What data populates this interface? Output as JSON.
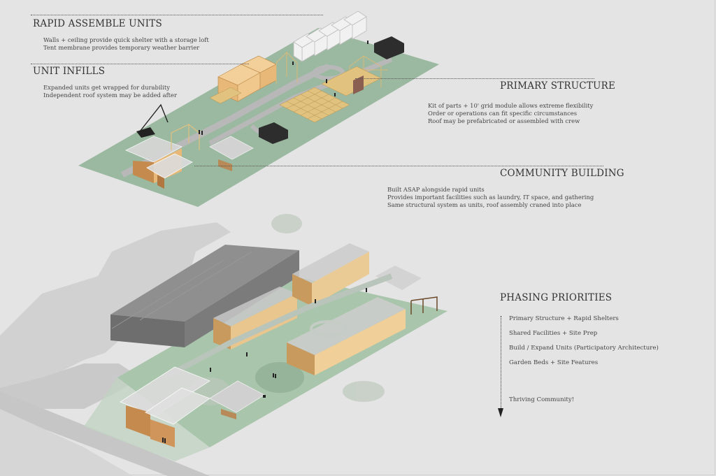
{
  "sections": {
    "rapid_assemble": {
      "title": "RAPID ASSEMBLE UNITS",
      "lines": [
        "Walls + ceiling provide quick shelter with a storage loft",
        "Tent membrane provides temporary weather barrier"
      ]
    },
    "unit_infills": {
      "title": "UNIT INFILLS",
      "lines": [
        "Expanded units get wrapped for durability",
        "Independent roof system may be added after"
      ]
    },
    "primary_structure": {
      "title": "PRIMARY STRUCTURE",
      "lines": [
        "Kit of parts + 10' grid module allows extreme flexibility",
        "Order or operations can fit specific circumstances",
        "Roof may be prefabricated or assembled with crew"
      ]
    },
    "community_building": {
      "title": "COMMUNITY BUILDING",
      "lines": [
        "Built ASAP alongside rapid units",
        "Provides important facilities such as laundry, IT space, and gathering",
        "Same structural system as units, roof assembly craned into place"
      ]
    },
    "phasing": {
      "title": "PHASING PRIORITIES",
      "steps": [
        "Primary Structure + Rapid Shelters",
        "Shared Facilities + Site Prep",
        "Build / Expand Units (Participatory Architecture)",
        "Garden Beds + Site Features"
      ],
      "final": "Thriving Community!"
    }
  },
  "colors": {
    "background": "#e4e4e4",
    "site_green": "#9ab9a0",
    "road_gray": "#b4b4b4",
    "timber": "#e8c98c",
    "timber_dark": "#c9a060",
    "existing_building": "#7a7a7a",
    "text": "#3a3a3a"
  }
}
